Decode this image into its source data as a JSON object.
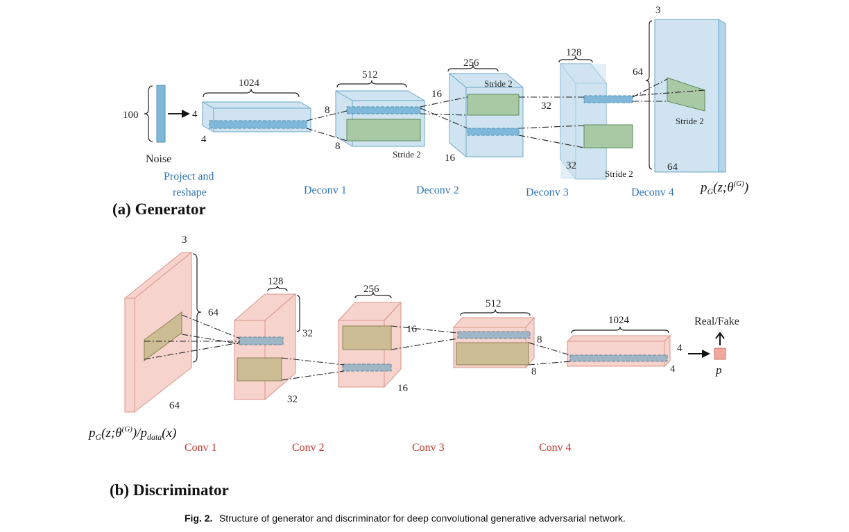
{
  "generator": {
    "heading": "(a) Generator",
    "noise_label": "Noise",
    "noise_dim": "100",
    "output_label": "p_G(z;θ^(G))",
    "stages": [
      {
        "name": "Project and",
        "name2": "reshape",
        "depth": "1024",
        "h": "4",
        "w": "4"
      },
      {
        "name": "Deconv 1",
        "depth": "512",
        "h": "8",
        "w": "8",
        "stride": "Stride 2"
      },
      {
        "name": "Deconv 2",
        "depth": "256",
        "h": "16",
        "w": "16",
        "stride": "Stride 2"
      },
      {
        "name": "Deconv 3",
        "depth": "128",
        "h": "32",
        "w": "32",
        "stride": "Stride 2"
      },
      {
        "name": "Deconv 4",
        "depth": "3",
        "h": "64",
        "w": "64",
        "stride": "Stride 2"
      }
    ]
  },
  "discriminator": {
    "heading": "(b) Discriminator",
    "input_label": "p_G(z;θ^(G))/p_data(x)",
    "output_top": "Real/Fake",
    "output_p": "p",
    "stages": [
      {
        "name": "Conv 1",
        "depth": "3",
        "h": "64",
        "w": "64"
      },
      {
        "name": "Conv 2",
        "depth": "128",
        "h": "32",
        "w": "32"
      },
      {
        "name": "Conv 3",
        "depth": "256",
        "h": "16",
        "w": "16"
      },
      {
        "name": "Conv 4",
        "depth": "512",
        "h": "8",
        "w": "8"
      },
      {
        "name": "",
        "depth": "1024",
        "h": "4",
        "w": "4"
      }
    ]
  },
  "caption": {
    "label": "Fig. 2.",
    "text": "Structure of generator and discriminator for deep convolutional generative adversarial network."
  },
  "colors": {
    "gen_fill": "#cfe4f0",
    "gen_edge": "#6aa6c8",
    "gen_kernel": "#a9c9a4",
    "gen_slice": "#7fb8d8",
    "disc_fill": "#f7d3cd",
    "disc_edge": "#d9958a",
    "disc_kernel": "#cdbd94",
    "disc_slice": "#9fb6c6",
    "output_p": "#f0a89c"
  }
}
